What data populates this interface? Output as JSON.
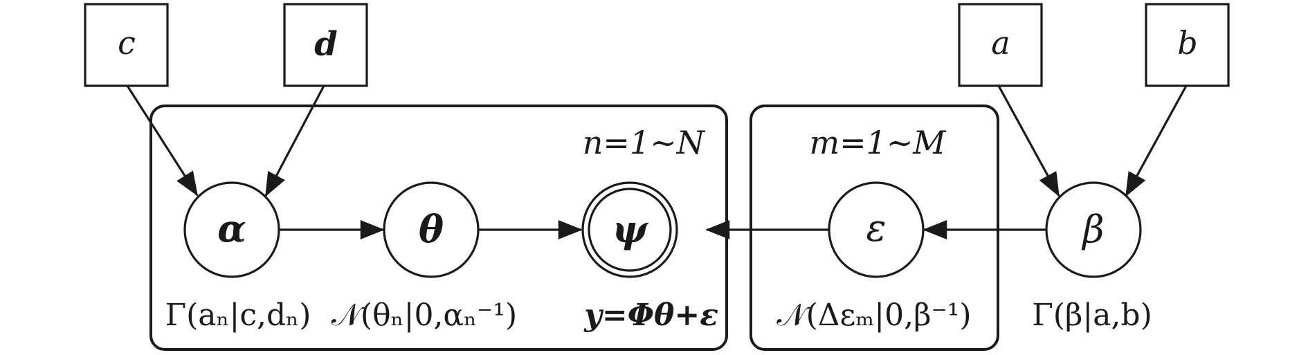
{
  "params": {
    "c": "c",
    "d": "d",
    "a": "a",
    "b": "b"
  },
  "nodes": {
    "alpha": "α",
    "theta": "θ",
    "psi": "ψ",
    "epsilon": "ε",
    "beta": "β"
  },
  "plates": {
    "n_label": "n=1~N",
    "m_label": "m=1~M"
  },
  "distributions": {
    "alpha": "Γ(aₙ|c,dₙ)",
    "theta": "𝒩(θₙ|0,αₙ⁻¹)",
    "psi": "y=Φθ+ε",
    "epsilon": "𝒩(Δεₘ|0,β⁻¹)",
    "beta": "Γ(β|a,b)"
  },
  "colors": {
    "stroke": "#1a1a1a",
    "background": "#ffffff"
  }
}
